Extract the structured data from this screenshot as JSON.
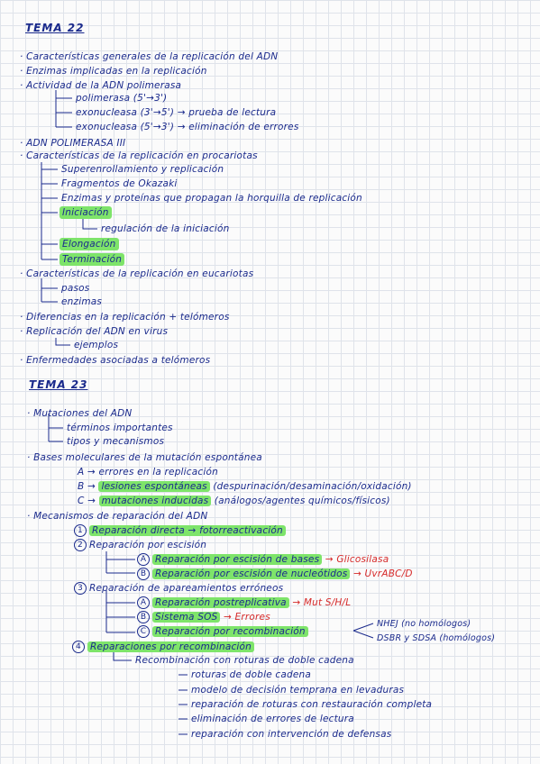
{
  "tema22": {
    "title": "TEMA 22",
    "b1": "Características generales de la replicación del ADN",
    "b2": "Enzimas implicadas en la replicación",
    "b3": "Actividad de la ADN polimerasa",
    "b3_a": "polimerasa (5'→3')",
    "b3_b": "exonucleasa (3'→5') → prueba de lectura",
    "b3_c": "exonucleasa (5'→3') → eliminación de errores",
    "b4": "ADN POLIMERASA III",
    "b5": "Características de la replicación en procariotas",
    "b5_a": "Superenrollamiento y replicación",
    "b5_b": "Fragmentos de Okazaki",
    "b5_c": "Enzimas y proteínas que propagan la horquilla de replicación",
    "b5_d": "Iniciación",
    "b5_d1": "regulación de la iniciación",
    "b5_e": "Elongación",
    "b5_f": "Terminación",
    "b6": "Características de la replicación en eucariotas",
    "b6_a": "pasos",
    "b6_b": "enzimas",
    "b7": "Diferencias en la replicación + telómeros",
    "b8": "Replicación del ADN en virus",
    "b8_a": "ejemplos",
    "b9": "Enfermedades asociadas a telómeros"
  },
  "tema23": {
    "title": "TEMA 23",
    "b1": "Mutaciones del ADN",
    "b1_a": "términos importantes",
    "b1_b": "tipos y mecanismos",
    "b2": "Bases moleculares de la mutación espontánea",
    "b2_a_key": "A",
    "b2_a": "errores en la replicación",
    "b2_b_key": "B",
    "b2_b_hl": "lesiones espontáneas",
    "b2_b_rest": "(despurinación/desaminación/oxidación)",
    "b2_c_key": "C",
    "b2_c_hl": "mutaciones inducidas",
    "b2_c_rest": "(análogos/agentes químicos/físicos)",
    "b3": "Mecanismos de reparación del ADN",
    "r1_num": "1",
    "r1": "Reparación directa → fotorreactivación",
    "r2_num": "2",
    "r2": "Reparación por escisión",
    "r2a_key": "A",
    "r2a": "Reparación por escisión de bases",
    "r2a_red": "→ Glicosilasa",
    "r2b_key": "B",
    "r2b": "Reparación por escisión de nucleótidos",
    "r2b_red": "→ UvrABC/D",
    "r3_num": "3",
    "r3": "Reparación de apareamientos erróneos",
    "r3a_key": "A",
    "r3a": "Reparación postreplicativa",
    "r3a_red": "→ Mut S/H/L",
    "r3b_key": "B",
    "r3b": "Sistema SOS",
    "r3b_red": "→ Errores",
    "r3c_key": "C",
    "r3c": "Reparación por recombinación",
    "r3c_1": "NHEJ (no homólogos)",
    "r3c_2": "DSBR y SDSA (homólogos)",
    "r4_num": "4",
    "r4": "Reparaciones por recombinación",
    "r4_a": "Recombinación con roturas de doble cadena",
    "r4_l1": "roturas de doble cadena",
    "r4_l2": "modelo de decisión temprana en levaduras",
    "r4_l3": "reparación de roturas con restauración completa",
    "r4_l4": "eliminación de errores de lectura",
    "r4_l5": "reparación con intervención de defensas"
  },
  "colors": {
    "ink": "#1a2a8c",
    "highlight": "#7ee46a",
    "red": "#d62a2a"
  }
}
